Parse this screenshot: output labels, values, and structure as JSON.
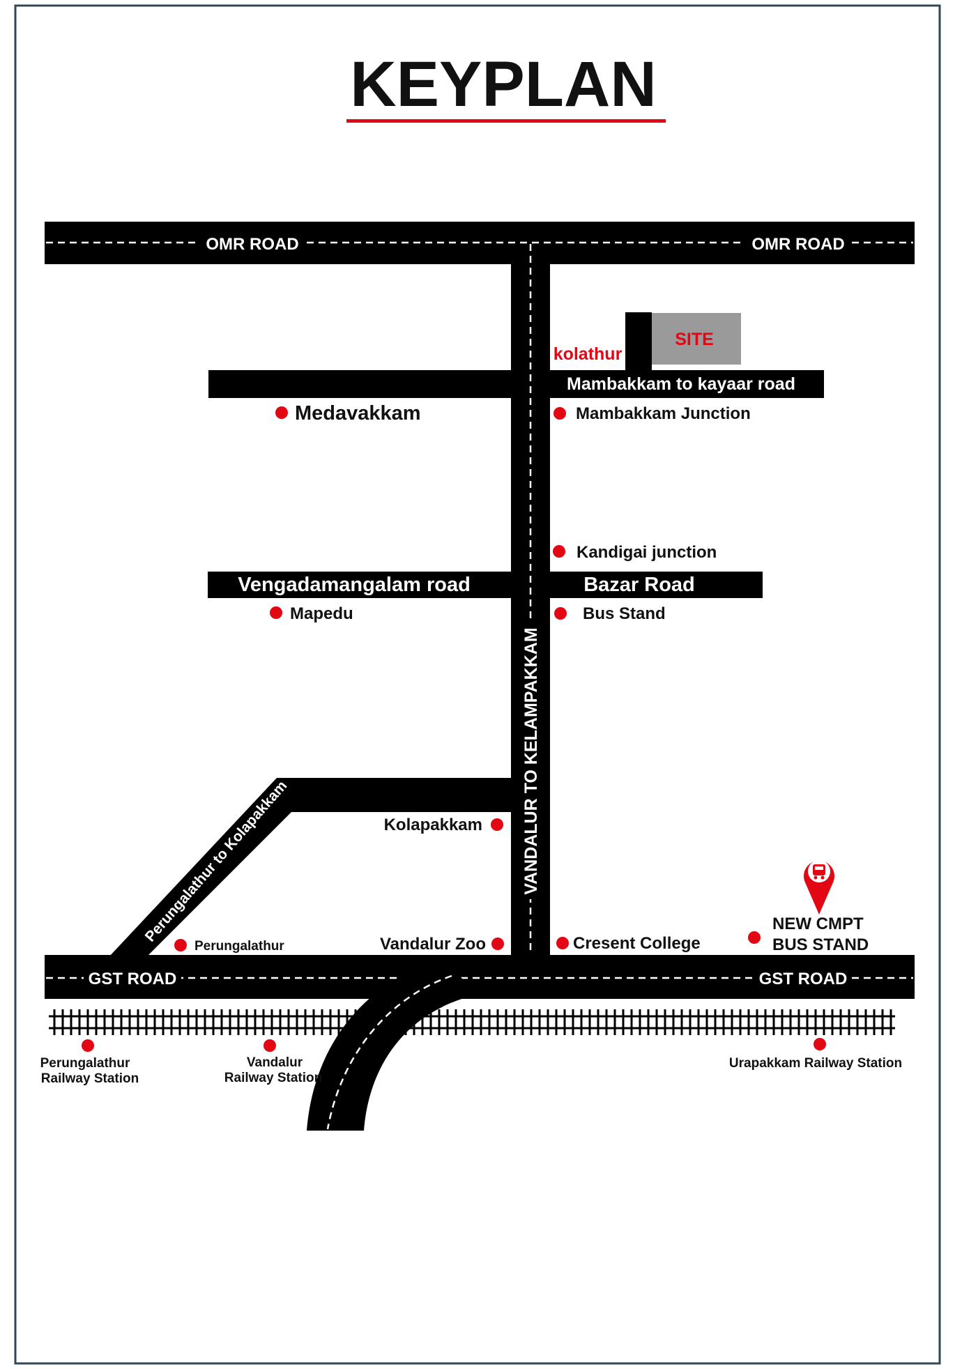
{
  "title": "KEYPLAN",
  "roads": {
    "omr_left": "OMR ROAD",
    "omr_right": "OMR ROAD",
    "gst_left": "GST ROAD",
    "gst_right": "GST ROAD",
    "vertical": "VANDALUR TO KELAMPAKKAM",
    "mambakkam": "Mambakkam to kayaar road",
    "vengadamangalam": "Vengadamangalam road",
    "bazar": "Bazar Road",
    "perungalathur_diag": "Perungalathur to Kolapakkam"
  },
  "site": {
    "label": "SITE",
    "area": "kolathur"
  },
  "places": {
    "medavakkam": "Medavakkam",
    "mambakkam_junction": "Mambakkam Junction",
    "kandigai": "Kandigai junction",
    "mapedu": "Mapedu",
    "bus_stand": "Bus Stand",
    "kolapakkam": "Kolapakkam",
    "perungalathur": "Perungalathur",
    "vandalur_zoo": "Vandalur Zoo",
    "cresent": "Cresent College",
    "cmpt_line1": "NEW CMPT",
    "cmpt_line2": "BUS STAND"
  },
  "stations": {
    "perungalathur_l1": "Perungalathur",
    "perungalathur_l2": "Railway Station",
    "vandalur_l1": "Vandalur",
    "vandalur_l2": "Railway Station",
    "urapakkam": "Urapakkam Railway Station"
  },
  "colors": {
    "road": "#000000",
    "marker": "#e30613",
    "site_fill": "#9a9a9a",
    "border": "#2f4858"
  },
  "icons": {
    "bus_marker": "map-pin-bus-icon"
  }
}
